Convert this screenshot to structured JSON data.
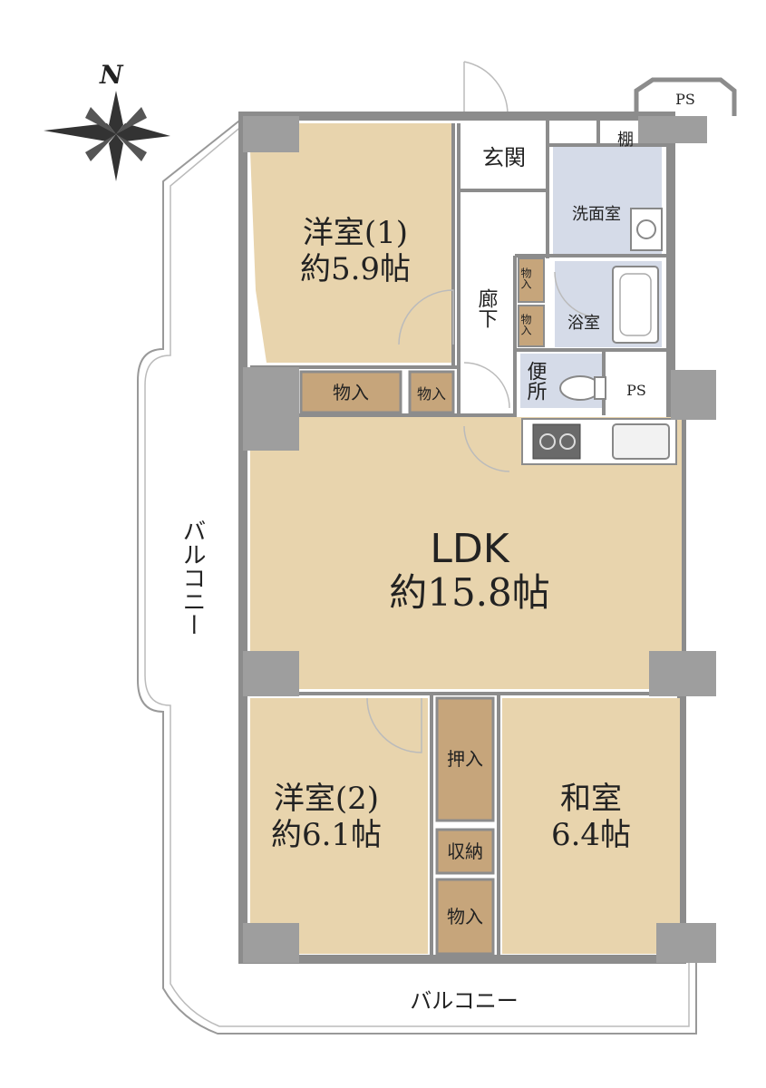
{
  "compass": {
    "north_label": "N"
  },
  "rooms": {
    "western1": {
      "name": "洋室(1)",
      "size": "約5.9帖"
    },
    "western2": {
      "name": "洋室(2)",
      "size": "約6.1帖"
    },
    "ldk": {
      "name": "LDK",
      "size": "約15.8帖"
    },
    "japanese": {
      "name": "和室",
      "size": "6.4帖"
    },
    "entrance": {
      "name": "玄関"
    },
    "washroom": {
      "name": "洗面室"
    },
    "bathroom": {
      "name": "浴室"
    },
    "toilet": {
      "name": "便所"
    },
    "corridor": {
      "name": "廊下"
    }
  },
  "storage": {
    "shelf": "棚",
    "closet_large": "物入",
    "closet_small": "物入",
    "closet_hall_top": "物入",
    "closet_hall_bottom": "物入",
    "oshiire": "押入",
    "shuno": "収納",
    "closet_bottom": "物入"
  },
  "ps_top": "PS",
  "ps_toilet": "PS",
  "balcony_left": "バルコニー",
  "balcony_bottom": "バルコニー",
  "colors": {
    "room_fill": "#e8d4ad",
    "storage_fill": "#c6a57b",
    "wet_fill": "#d5dbe8",
    "pillar": "#9e9e9e",
    "wall": "#8c8c8c"
  }
}
